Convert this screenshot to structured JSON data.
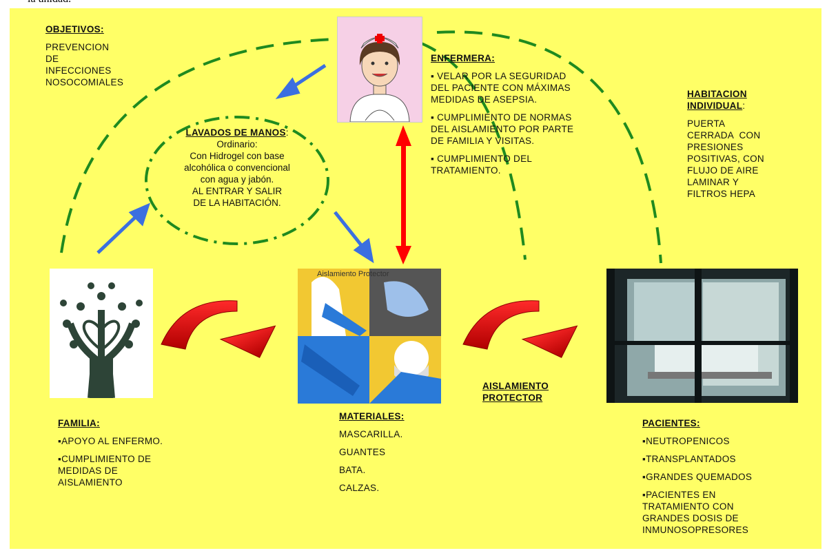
{
  "top_text": "la unidad.",
  "objetivos": {
    "title": "OBJETIVOS:",
    "lines": [
      "PREVENCION",
      "DE",
      "INFECCIONES",
      "NOSOCOMIALES"
    ]
  },
  "enfermera": {
    "title": "ENFERMERA:",
    "items": [
      "▪ VELAR POR LA SEGURIDAD DEL PACIENTE CON MÁXIMAS MEDIDAS DE ASEPSIA.",
      "▪ CUMPLIMIENTO DE NORMAS DEL AISLAMIENTO POR PARTE DE FAMILIA Y VISITAS.",
      "▪ CUMPLIMIENTO DEL TRATAMIENTO."
    ]
  },
  "habitacion": {
    "title_line1": "HABITACION",
    "title_line2": "INDIVIDUAL",
    "title_suffix": ":",
    "lines": [
      "PUERTA",
      "CERRADA  CON",
      "PRESIONES",
      "POSITIVAS, CON",
      "FLUJO DE AIRE",
      "LAMINAR Y",
      "FILTROS HEPA"
    ]
  },
  "lavados": {
    "title": "LAVADOS DE MANOS",
    "title_suffix": ":",
    "lines": [
      "Ordinario:",
      "Con Hidrogel con base",
      "alcohólica o convencional",
      "con agua y jabón.",
      "AL ENTRAR Y SALIR",
      "DE LA HABITACIÓN."
    ]
  },
  "materiales_image_label": "Aislamiento Protector",
  "aislamiento": {
    "line1": "AISLAMIENTO",
    "line2": "PROTECTOR"
  },
  "familia": {
    "title": "FAMILIA:",
    "items": [
      "▪APOYO AL ENFERMO.",
      "▪CUMPLIMIENTO DE MEDIDAS DE AISLAMIENTO"
    ]
  },
  "materiales": {
    "title": "MATERIALES:",
    "items": [
      "MASCARILLA.",
      "GUANTES",
      "BATA.",
      "CALZAS."
    ]
  },
  "pacientes": {
    "title": "PACIENTES:",
    "items": [
      "▪NEUTROPENICOS",
      "▪TRANSPLANTADOS",
      "▪GRANDES QUEMADOS",
      "▪PACIENTES EN TRATAMIENTO CON GRANDES DOSIS DE INMUNOSOPRESORES"
    ]
  },
  "colors": {
    "background": "#ffff66",
    "dashed_arc": "#1f8a1f",
    "blue_arrow": "#3b6fe0",
    "red_arrow": "#ff0000",
    "dark_red": "#b00000"
  },
  "icons": [
    "nurse-illustration",
    "family-tree-icon",
    "protective-materials-collage",
    "hospital-room-photo"
  ]
}
